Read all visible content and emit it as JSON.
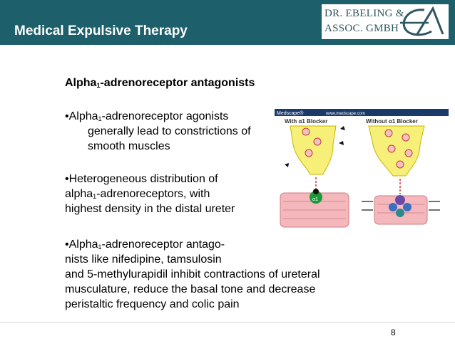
{
  "header": {
    "title": "Medical Expulsive Therapy",
    "logo_line1": "DR. EBELING &",
    "logo_line2": "ASSOC. GMBH",
    "accent": "#1d5f6b"
  },
  "subtitle": {
    "pre": "Alpha",
    "sub": "1",
    "post": "-adrenoreceptor antagonists"
  },
  "bullet1": {
    "pre": "•Alpha",
    "sub": "1",
    "post": "-adrenoreceptor agonists",
    "line2": "generally lead to constrictions of",
    "line3": "smooth muscles"
  },
  "bullet2": {
    "line1": "•Heterogeneous distribution of",
    "pre": "alpha",
    "sub": "1",
    "post": "-adrenoreceptors, with",
    "line3": "highest density in the distal ureter"
  },
  "bullet3": {
    "pre": "•Alpha",
    "sub": "1",
    "post": "-adrenoreceptor antago-",
    "line2": "nists like nifedipine, tamsulosin",
    "line3": "and 5-methylurapidil inhibit contractions of ureteral",
    "line4": "musculature, reduce the basal tone and decrease",
    "line5": "peristaltic frequency and colic pain"
  },
  "figure": {
    "source_left": "Medscape®",
    "source_right": "www.medscape.com",
    "label_left": "With α1 Blocker",
    "label_right": "Without α1 Blocker",
    "receptor_label": "α1"
  },
  "page_number": "8"
}
